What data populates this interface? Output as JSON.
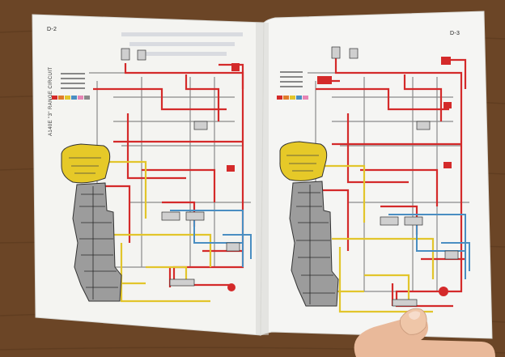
{
  "book": {
    "left_page": {
      "page_number": "D-2",
      "side_title": "A140E \"3\" RANGE CIRCUIT"
    },
    "right_page": {
      "page_number": "D-3"
    }
  },
  "colors": {
    "table": "#6b4526",
    "paper": "#f4f4f1",
    "line_pressure": "#d42a2a",
    "lubrication": "#e2c52b",
    "governor": "#4a8ec2",
    "drain": "#8a8a8a",
    "skin": "#e9b99a"
  },
  "legend_swatches": [
    "#d42a2a",
    "#e07b2a",
    "#e2c52b",
    "#4a8ec2",
    "#e685b5",
    "#8a8a8a"
  ]
}
